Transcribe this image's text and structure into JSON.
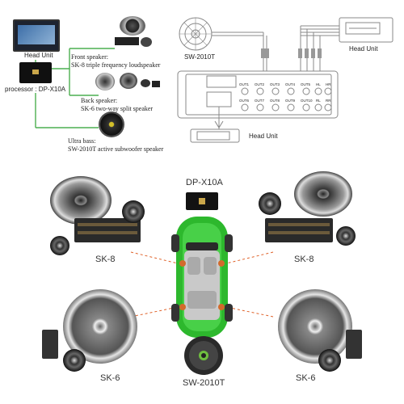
{
  "top_left": {
    "head_unit_label": "Head Unit",
    "processor_label": "processor : DP-X10A",
    "front_speaker_line1": "Front speaker:",
    "front_speaker_line2": "SK-8 triple frequency loudspeaker",
    "back_speaker_line1": "Back speaker:",
    "back_speaker_line2": "SK-6 two-way split speaker",
    "ultra_bass_line1": "Ultra bass:",
    "ultra_bass_line2": "SW-2010T active subwoofer speaker"
  },
  "top_right": {
    "subwoofer_label": "SW-2010T",
    "head_unit_top_label": "Head Unit",
    "head_unit_bottom_label": "Head Unit",
    "processor_ports_top": [
      "OUT1",
      "OUT2",
      "OUT3",
      "OUT4",
      "OUT5",
      "HL",
      "HR"
    ],
    "processor_ports_bottom": [
      "OUT6",
      "OUT7",
      "OUT8",
      "OUT9",
      "OUT10",
      "RL",
      "RR"
    ]
  },
  "bottom": {
    "processor_label": "DP-X10A",
    "left_front_label": "SK-8",
    "right_front_label": "SK-8",
    "left_rear_label": "SK-6",
    "right_rear_label": "SK-6",
    "subwoofer_label": "SW-2010T"
  },
  "colors": {
    "connector_green": "#4caf50",
    "car_green": "#2db82d",
    "dashed_orange": "#e0622a",
    "line_gray": "#888888"
  }
}
